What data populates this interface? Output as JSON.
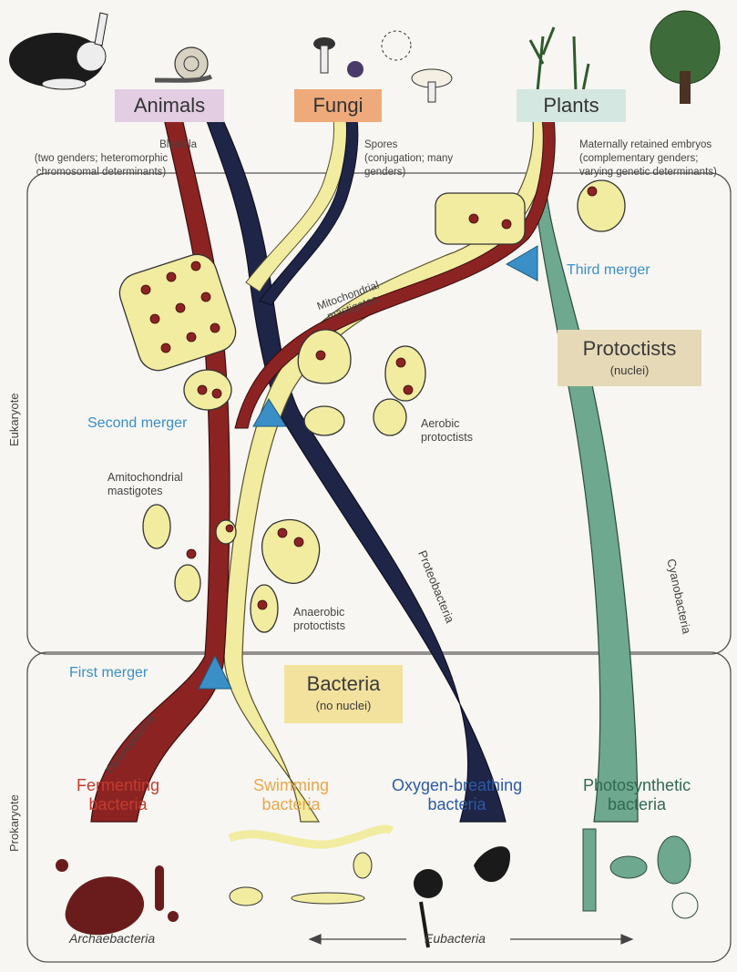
{
  "colors": {
    "fermenting": "#8c2323",
    "swimming": "#f1eca0",
    "oxygen": "#1f2547",
    "photosynthetic": "#6ea88e",
    "merger_blue": "#3a8fc7",
    "animals_box": "#e2cde3",
    "fungi_box": "#eeaa7a",
    "plants_box": "#d5e7e1",
    "protoctists_box": "#e6d9b8",
    "bacteria_box": "#f3e29e"
  },
  "kingdoms": {
    "animals": "Animals",
    "fungi": "Fungi",
    "plants": "Plants"
  },
  "descriptions": {
    "animals": [
      "Blastula",
      "(two genders; heteromorphic",
      "chromosomal determinants)"
    ],
    "fungi": [
      "Spores",
      "(conjugation; many",
      "genders)"
    ],
    "plants": [
      "Maternally retained embryos",
      "(complementary genders;",
      "varying genetic determinants)"
    ]
  },
  "domains": {
    "eukaryote": "Eukaryote",
    "prokaryote": "Prokaryote"
  },
  "protoctists": {
    "title": "Protoctists",
    "subtitle": "(nuclei)"
  },
  "bacteria": {
    "title": "Bacteria",
    "subtitle": "(no nuclei)"
  },
  "mergers": {
    "first": "First merger",
    "second": "Second merger",
    "third": "Third merger"
  },
  "groups": {
    "mito_mastigotes": [
      "Mitochondrial",
      "mastigotes"
    ],
    "amito_mastigotes": [
      "Amitochondrial",
      "mastigotes"
    ],
    "aerobic": [
      "Aerobic",
      "protoctists"
    ],
    "anaerobic": [
      "Anaerobic",
      "protoctists"
    ]
  },
  "lineages": {
    "thermoplasma": "Thermoplasma",
    "proteobacteria": "Proteobacteria",
    "cyanobacteria": "Cyanobacteria"
  },
  "bottom": {
    "fermenting": [
      "Fermenting",
      "bacteria"
    ],
    "swimming": [
      "Swimming",
      "bacteria"
    ],
    "oxygen": [
      "Oxygen-breathing",
      "bacteria"
    ],
    "photosynthetic": [
      "Photosynthetic",
      "bacteria"
    ],
    "archaebacteria": "Archaebacteria",
    "eubacteria": "Eubacteria"
  },
  "icons": [
    "rabbit-icon",
    "snail-icon",
    "mushroom-icon",
    "tree-icon",
    "plant-icon"
  ]
}
